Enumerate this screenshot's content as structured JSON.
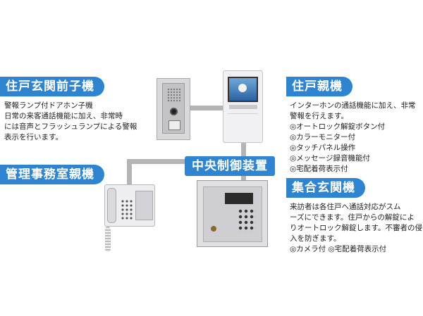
{
  "labels": {
    "door_station": "住戸玄関前子機",
    "residence_master": "住戸親機",
    "management_master": "管理事務室親機",
    "central_control": "中央制御装置",
    "entrance_unit": "集合玄関機"
  },
  "descriptions": {
    "door_station": [
      "警報ランプ付ドアホン子機",
      "日常の来客通話機能に加え、非常時",
      "には音声とフラッシュランプによる警報",
      "表示を行います。"
    ],
    "residence_master": [
      "インターホンの通話機能に加え、非常",
      "警報を行えます。",
      "◎オートロック解錠ボタン付",
      "◎カラーモニター付",
      "◎タッチパネル操作",
      "◎メッセージ録音機能付",
      "◎宅配着荷表示付"
    ],
    "entrance_unit": [
      "来訪者は各住戸へ通話対応がスム",
      "ーズにできます。住戸からの解錠によ",
      "りオートロック解錠します。不審者の侵",
      "入を防ぎます。",
      "◎カメラ付 ◎宅配着荷表示付"
    ]
  },
  "colors": {
    "label_bg": "#2f84cf",
    "label_text": "#ffffff",
    "wire": "#b4b4b4"
  }
}
